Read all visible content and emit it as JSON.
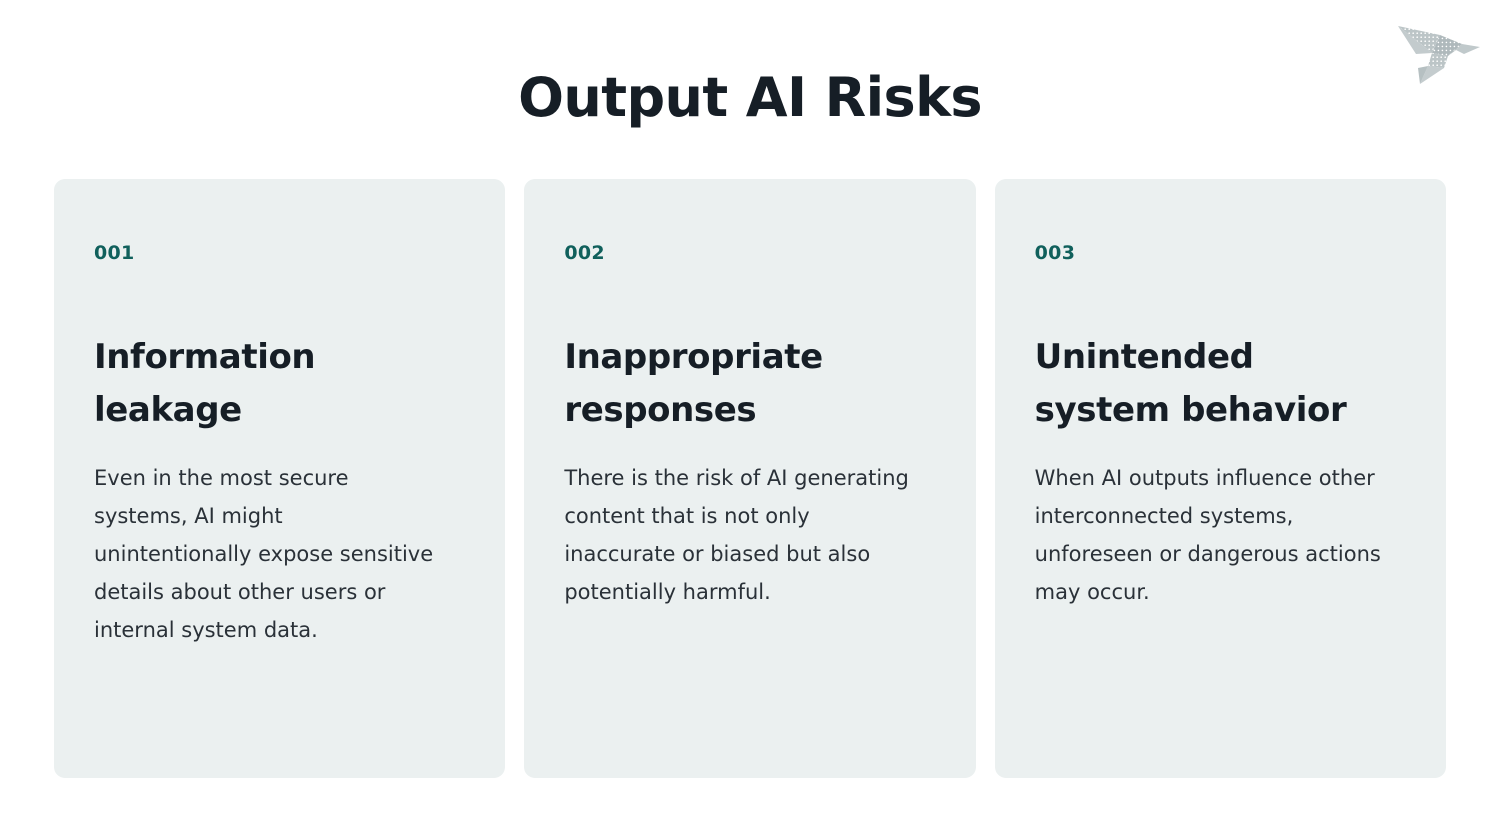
{
  "slide": {
    "title": "Output AI Risks",
    "background_color": "#FFFFFF",
    "card_background_color": "#EBF0F0",
    "accent_color": "#10605C",
    "heading_color": "#161E26",
    "body_color": "#2A3138"
  },
  "logo": {
    "name": "origami-bird-logo",
    "color": "#B4BEC0"
  },
  "cards": [
    {
      "number": "001",
      "heading": "Information leakage",
      "body": "Even in the most secure systems, AI might unintentionally expose sensitive details about other users or internal system data."
    },
    {
      "number": "002",
      "heading": "Inappropriate responses",
      "body": "There is the risk of AI generating content that is not only inaccurate or biased but also potentially harmful."
    },
    {
      "number": "003",
      "heading": "Unintended system behavior",
      "body": "When AI outputs influence other interconnected systems, unforeseen or dangerous actions may occur."
    }
  ]
}
